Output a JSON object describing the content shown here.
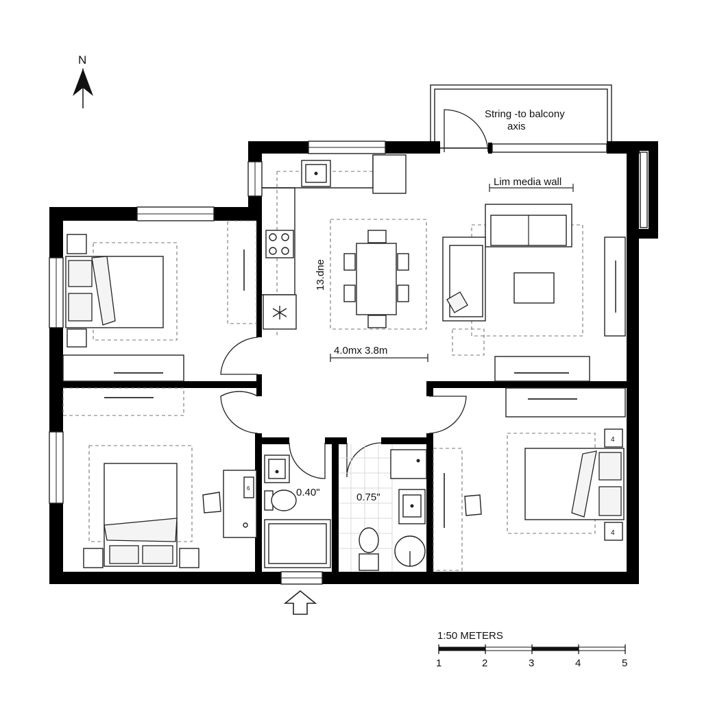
{
  "north": "N",
  "labels": {
    "balcony": [
      "String -to balcony",
      "axis"
    ],
    "media_wall": "Lim media wall",
    "dining": "13.dne",
    "dimension": "4.0mx 3.8m",
    "bath_left": "0.40\"",
    "bath_right": "0.75\"",
    "desk_tag": "6"
  },
  "scale": {
    "title": "1:50 METERS",
    "ticks": [
      "1",
      "2",
      "3",
      "4",
      "5"
    ]
  },
  "outlet_labels": [
    "4",
    "4"
  ]
}
